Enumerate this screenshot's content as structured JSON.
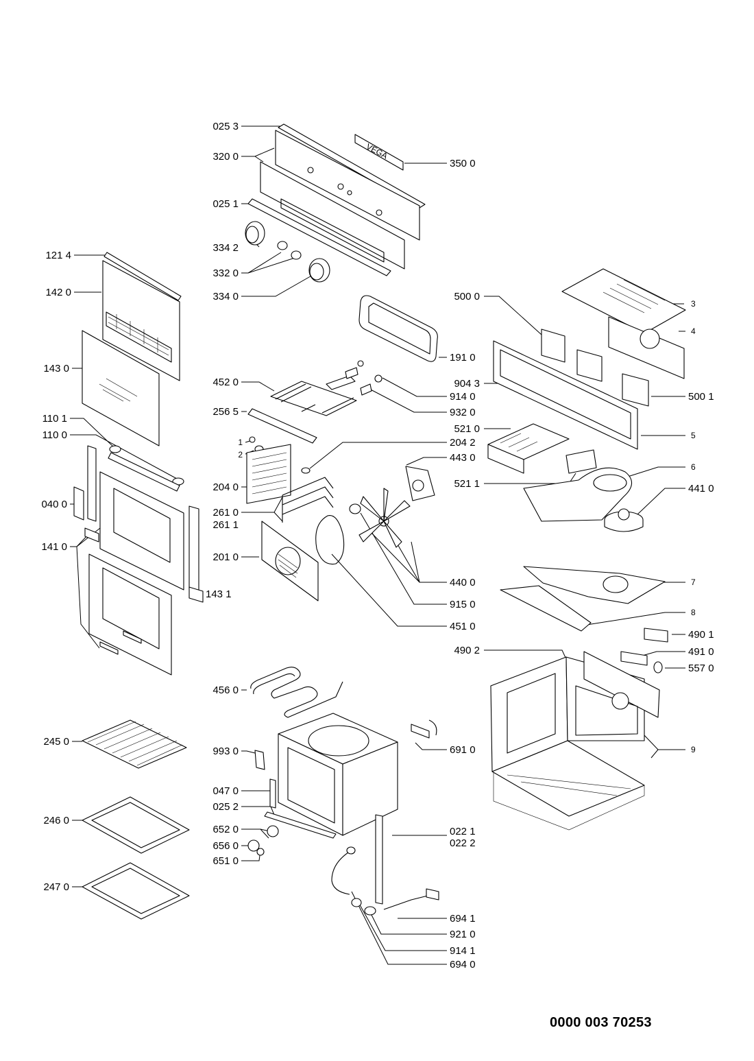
{
  "labels": {
    "p0253": "025 3",
    "p3200": "320 0",
    "p3500": "350 0",
    "p0251": "025 1",
    "p3342": "334 2",
    "p3320": "332 0",
    "p3340": "334 0",
    "p1214": "121 4",
    "p1420": "142 0",
    "p1430": "143 0",
    "p1101": "110 1",
    "p1100": "110 0",
    "p0400": "040 0",
    "p1410": "141 0",
    "p1431": "143 1",
    "p4520": "452 0",
    "p2565": "256 5",
    "p1910": "191 0",
    "p9140": "914 0",
    "p9320": "932 0",
    "p1": "1",
    "p2": "2",
    "p2040": "204 0",
    "p2042": "204 2",
    "p4430": "443 0",
    "p2610": "261 0",
    "p2611": "261 1",
    "p2010": "201 0",
    "p4400": "440 0",
    "p9150": "915 0",
    "p4510": "451 0",
    "p5000": "500 0",
    "p3": "3",
    "p4": "4",
    "p9043": "904 3",
    "p5001": "500 1",
    "p5210": "521 0",
    "p5": "5",
    "p5211": "521 1",
    "p6": "6",
    "p4410": "441 0",
    "p7": "7",
    "p8": "8",
    "p4901": "490 1",
    "p4902": "490 2",
    "p4910": "491 0",
    "p5570": "557 0",
    "p9": "9",
    "p4560": "456 0",
    "p2450": "245 0",
    "p9930": "993 0",
    "p6910": "691 0",
    "p0470": "047 0",
    "p0252": "025 2",
    "p2460": "246 0",
    "p6520": "652 0",
    "p6560": "656 0",
    "p6510": "651 0",
    "p0221": "022 1",
    "p0222": "022 2",
    "p2470": "247 0",
    "p6941": "694 1",
    "p9210": "921 0",
    "p9141": "914 1",
    "p6940": "694 0"
  },
  "brand_plate": "VEGA",
  "document_number": "0000 003 70253"
}
